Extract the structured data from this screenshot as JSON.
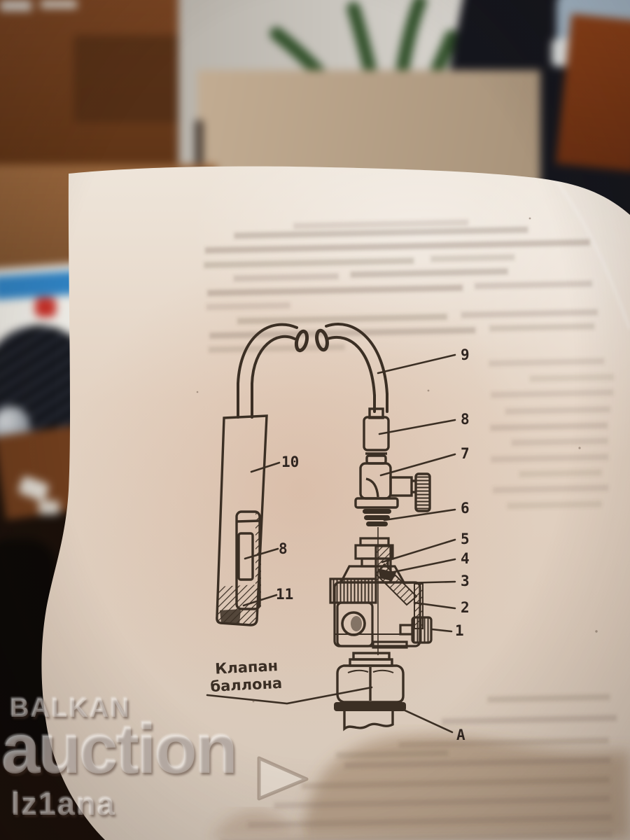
{
  "document": {
    "caption": {
      "line1": "Клапан",
      "line2": "баллона"
    },
    "labels": {
      "n9": "9",
      "n8_right": "8",
      "n7": "7",
      "n6": "6",
      "n5": "5",
      "n4": "4",
      "n3": "3",
      "n2": "2",
      "n1": "1",
      "n10": "10",
      "n8_left": "8",
      "n11": "11",
      "a": "A"
    }
  },
  "watermark": {
    "brand": "BALKAN",
    "word": "auction",
    "user": "lz1ana"
  },
  "colors": {
    "paper": "#e3d3c3",
    "ink": "#3b2f24",
    "watermark_text": "rgba(250,247,243,0.32)"
  }
}
